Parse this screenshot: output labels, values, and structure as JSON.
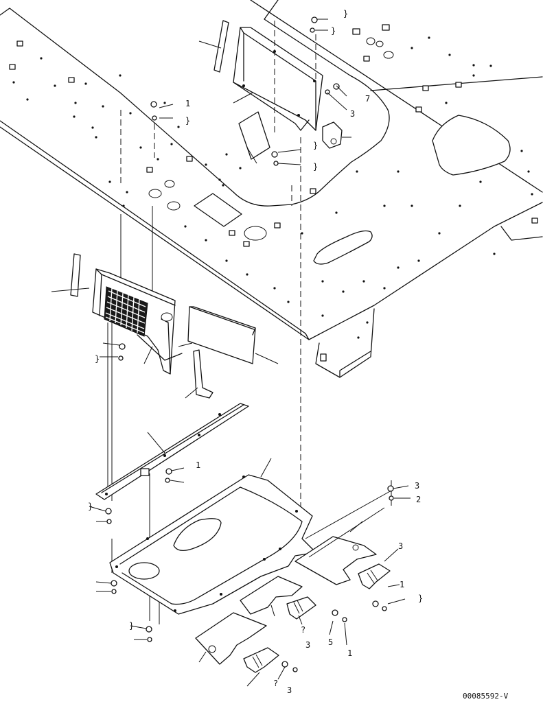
{
  "diagram": {
    "drawing_code": "00085592-V",
    "callouts": [
      {
        "id": "c1",
        "text": "}"
      },
      {
        "id": "c2",
        "text": "}"
      },
      {
        "id": "c3",
        "text": "7"
      },
      {
        "id": "c4",
        "text": "3"
      },
      {
        "id": "c5",
        "text": "}"
      },
      {
        "id": "c6",
        "text": "}"
      },
      {
        "id": "c7",
        "text": "1"
      },
      {
        "id": "c8",
        "text": "}"
      },
      {
        "id": "c9",
        "text": "1"
      },
      {
        "id": "c10",
        "text": "}"
      },
      {
        "id": "c11",
        "text": "}"
      },
      {
        "id": "c12",
        "text": "3"
      },
      {
        "id": "c13",
        "text": "2"
      },
      {
        "id": "c14",
        "text": "3"
      },
      {
        "id": "c15",
        "text": "}"
      },
      {
        "id": "c16",
        "text": "1"
      },
      {
        "id": "c17",
        "text": "}"
      },
      {
        "id": "c18",
        "text": "?"
      },
      {
        "id": "c19",
        "text": "3"
      },
      {
        "id": "c20",
        "text": "1"
      },
      {
        "id": "c21",
        "text": "5"
      },
      {
        "id": "c22",
        "text": "?"
      },
      {
        "id": "c23",
        "text": "3"
      }
    ]
  }
}
